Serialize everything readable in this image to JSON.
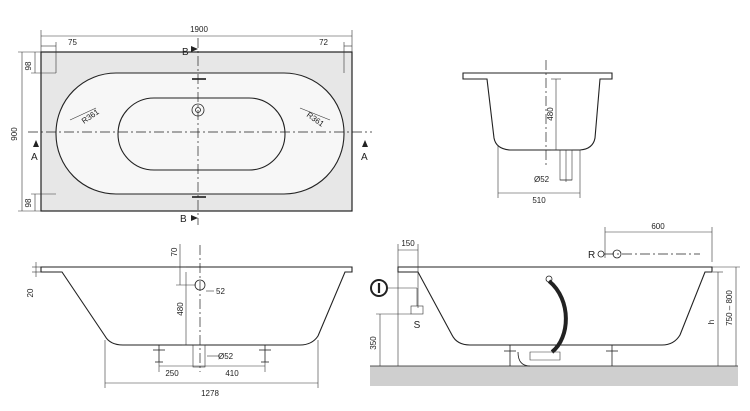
{
  "top_view": {
    "overall_width": "1900",
    "left_offset": "75",
    "right_offset": "72",
    "overall_depth": "900",
    "top_offset": "98",
    "bottom_offset": "98",
    "radius_left": "R361",
    "radius_right": "R361",
    "section_b_top": "B",
    "section_b_bottom": "B",
    "section_a_left": "A",
    "section_a_right": "A"
  },
  "section_a_view": {
    "depth": "480",
    "drain_diameter": "Ø52",
    "bottom_width": "510"
  },
  "side_view": {
    "rim_offset": "70",
    "rim_height": "20",
    "depth": "480",
    "overflow_offset": "52",
    "drain_diameter": "Ø52",
    "leg_left": "250",
    "leg_right": "410",
    "bottom_length": "1278"
  },
  "install_view": {
    "top_left": "150",
    "top_right": "600",
    "label_r": "R",
    "label_s": "S",
    "height_left": "350",
    "height_label": "h",
    "height_range": "750 – 800"
  }
}
